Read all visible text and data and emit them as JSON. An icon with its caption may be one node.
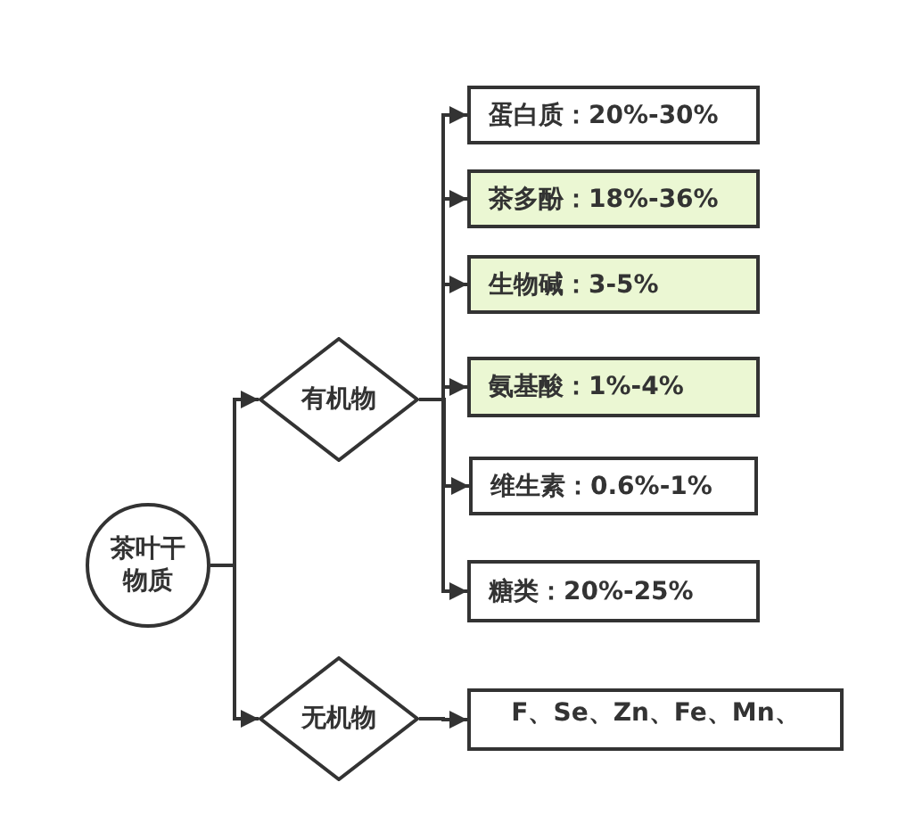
{
  "diagram": {
    "nodes": [
      {
        "text": [
          "茶叶干物质"
        ]
      },
      {
        "text": [
          "有机物"
        ]
      },
      {
        "text": [
          "蛋白质：20%-30%"
        ]
      },
      {
        "text": [
          "茶多酚：18%-36%"
        ]
      },
      {
        "text": [
          "生物碱：3-5%"
        ]
      },
      {
        "text": [
          "氨基酸：1%-4%"
        ]
      },
      {
        "text": [
          "维生素：0.6%-1%"
        ]
      },
      {
        "text": [
          "糖类：20%-25%"
        ]
      },
      {
        "text": [
          "无机物"
        ]
      },
      {
        "text": [
          "F、Se、Zn、Fe、Mn、"
        ]
      }
    ],
    "edges": [
      {
        "from": 0,
        "to": 1,
        "arrow": "to"
      },
      {
        "from": 0,
        "to": 8,
        "arrow": "to"
      },
      {
        "from": 1,
        "to": 2,
        "arrow": "to"
      },
      {
        "from": 1,
        "to": 3,
        "arrow": "to"
      },
      {
        "from": 1,
        "to": 4,
        "arrow": "to"
      },
      {
        "from": 1,
        "to": 5,
        "arrow": "to"
      },
      {
        "from": 1,
        "to": 6,
        "arrow": "to"
      },
      {
        "from": 1,
        "to": 7,
        "arrow": "to"
      },
      {
        "from": 8,
        "to": 9,
        "arrow": "to"
      }
    ]
  }
}
